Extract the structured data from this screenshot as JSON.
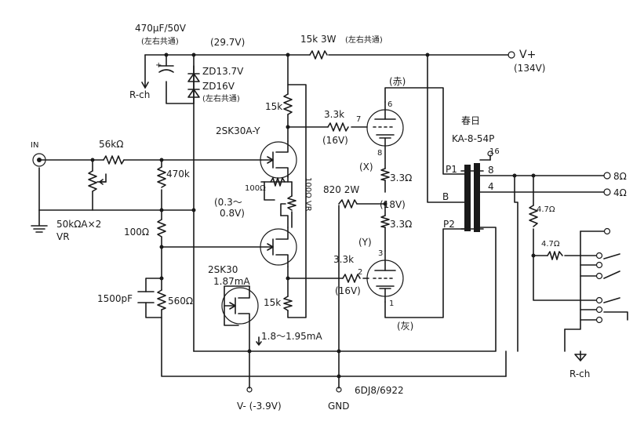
{
  "labels": {
    "cap_top": "470μF/50V",
    "lr_common_1": "(左右共通)",
    "rch_top": "R-ch",
    "v_29_7": "(29.7V)",
    "zd1": "ZD13.7V",
    "zd2": "ZD16V",
    "lr_common_2": "(左右共通)",
    "r_15k3w": "15k 3W",
    "lr_common_3": "(左右共通)",
    "vplus": "V+",
    "v134": "(134V)",
    "red": "(赤)",
    "r15k_top": "15k",
    "fet_a": "2SK30A-Y",
    "r3k3_top": "3.3k",
    "pin7": "7",
    "v16_top": "(16V)",
    "pin6": "6",
    "pin8": "8",
    "kasuga": "春日",
    "ka854p": "KA-8-54P",
    "in": "IN",
    "r56k": "56kΩ",
    "r470k": "470k",
    "r100": "100Ω",
    "vr100": "100Ω VR",
    "v_range_1": "(0.3～",
    "v_range_2": "0.8V)",
    "x_node": "(X)",
    "r33_x": "3.3Ω",
    "r820": "820 2W",
    "v18": "(18V)",
    "r33_y": "3.3Ω",
    "y_node": "(Y)",
    "pin16": "16",
    "p1": "P1",
    "b": "B",
    "p2": "P2",
    "t8": "8",
    "t4": "4",
    "out8": "8Ω",
    "out4": "4Ω",
    "r47_a": "4.7Ω",
    "r47_b": "4.7Ω",
    "vr50k_1": "50kΩA×2",
    "vr50k_2": "VR",
    "r100_mid": "100Ω",
    "fet_b": "2SK30",
    "idss": "1.87mA",
    "cap1500": "1500pF",
    "r560": "560Ω",
    "r3k3_bot": "3.3k",
    "pin2": "2",
    "v16_bot": "(16V)",
    "pin3": "3",
    "pin1": "1",
    "gray": "(灰)",
    "r15k_bot": "15k",
    "i_range": "1.8～1.95mA",
    "tube": "6DJ8/6922",
    "vminus": "V-  (-3.9V)",
    "gnd": "GND",
    "rch_bot": "R-ch"
  }
}
